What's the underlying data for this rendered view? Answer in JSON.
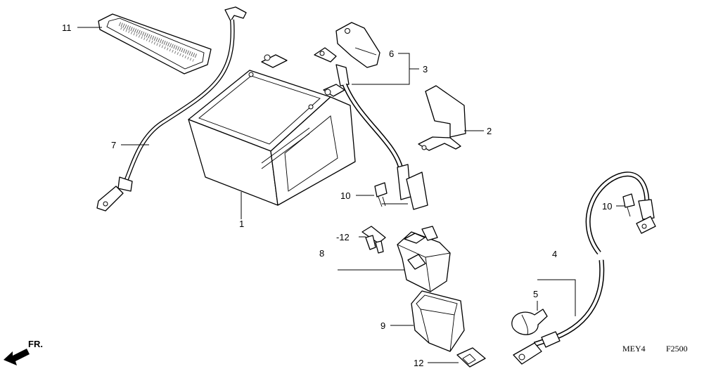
{
  "callouts": {
    "c1": "1",
    "c2": "2",
    "c3": "3",
    "c4": "4",
    "c5": "5",
    "c6": "6",
    "c7": "7",
    "c8": "8",
    "c9": "9",
    "c10a": "10",
    "c10b": "10",
    "c11": "11",
    "c12a": "-12",
    "c12b": "12"
  },
  "footer": {
    "code_left": "MEY4",
    "code_right": "F2500"
  },
  "front_marker": "FR."
}
